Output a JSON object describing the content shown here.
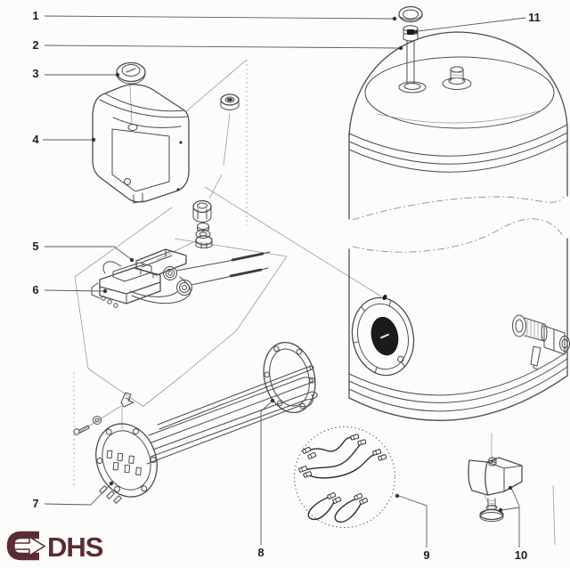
{
  "logo": {
    "text": "DHS",
    "color": "#5b2c36"
  },
  "callouts": [
    {
      "number": "1"
    },
    {
      "number": "2"
    },
    {
      "number": "3"
    },
    {
      "number": "4"
    },
    {
      "number": "5"
    },
    {
      "number": "6"
    },
    {
      "number": "7"
    },
    {
      "number": "8"
    },
    {
      "number": "9"
    },
    {
      "number": "10"
    },
    {
      "number": "11"
    }
  ],
  "style": {
    "line_color": "#4d4d4d",
    "leader_color": "#5a5a5a",
    "dark_fill": "#1b1b1b"
  }
}
